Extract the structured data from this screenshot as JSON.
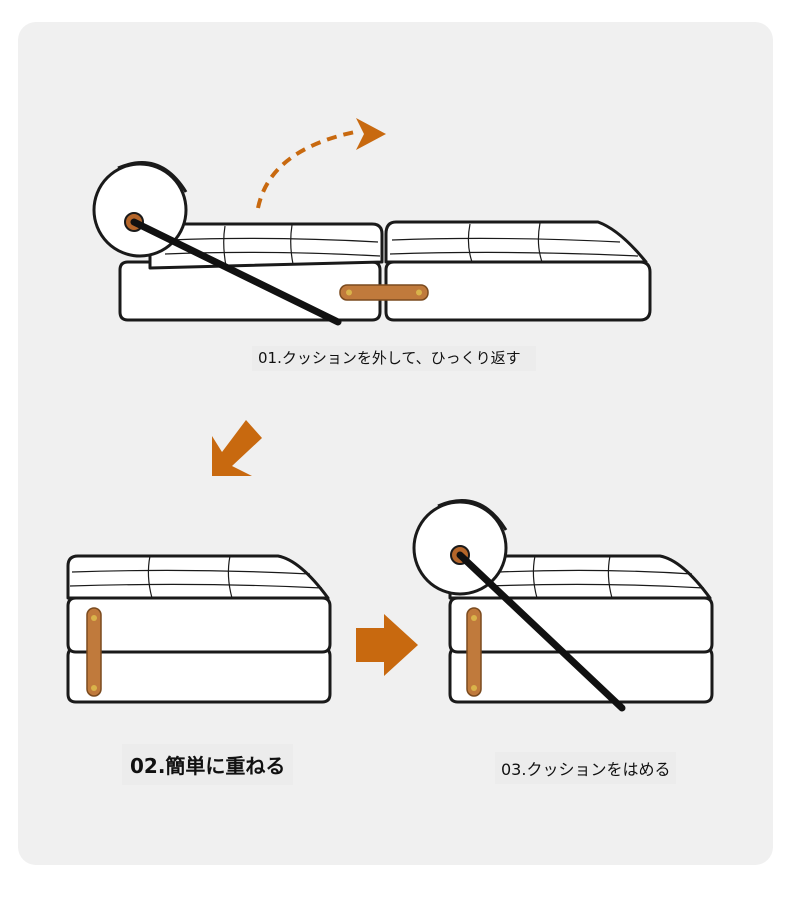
{
  "steps": {
    "step1": "01.クッションを外して、ひっくり返す",
    "step2": "02.簡単に重ねる",
    "step3": "03.クッションをはめる"
  },
  "colors": {
    "accent": "#c8690f",
    "leather": "#c07a3c",
    "panel": "#f0f0f0",
    "outline": "#1a1a1a"
  }
}
